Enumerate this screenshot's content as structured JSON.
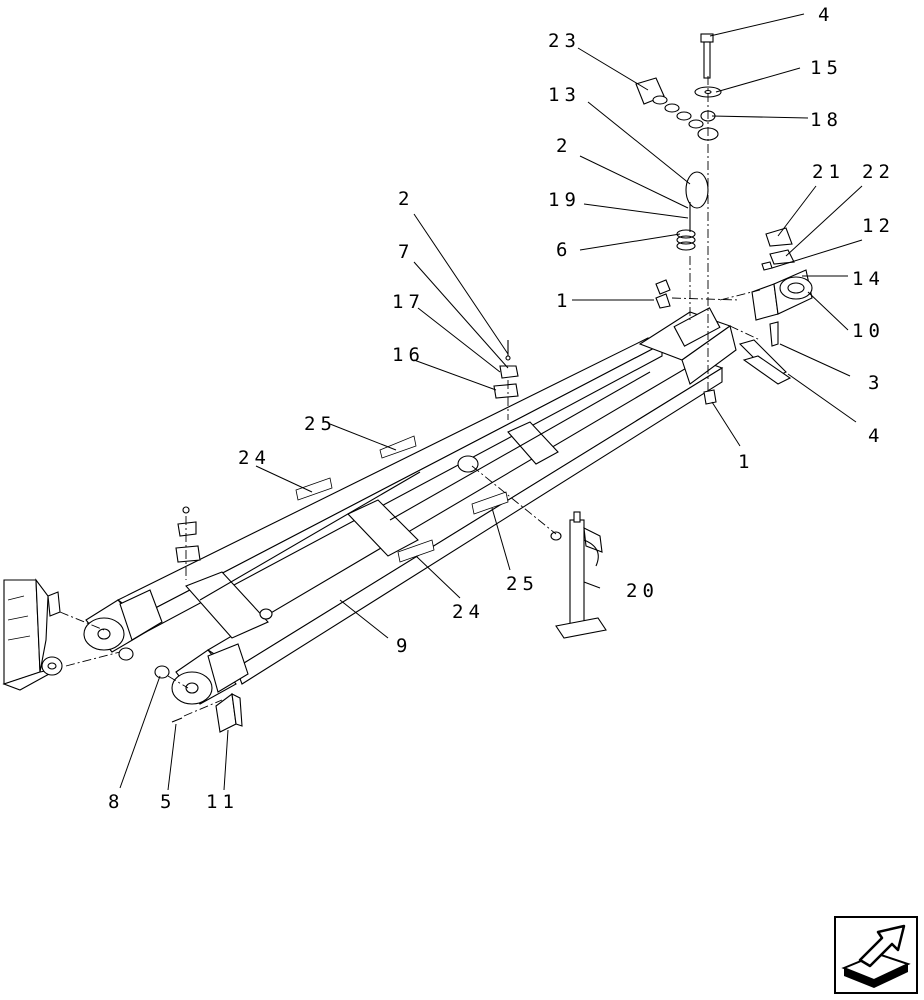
{
  "callouts": {
    "c4_top": "4",
    "c23": "23",
    "c15": "15",
    "c13": "13",
    "c18": "18",
    "c2_top": "2",
    "c19": "19",
    "c21": "21",
    "c22": "22",
    "c6": "6",
    "c12": "12",
    "c14": "14",
    "c1_mid": "1",
    "c10": "10",
    "c2_left": "2",
    "c7": "7",
    "c17": "17",
    "c16": "16",
    "c3": "3",
    "c4_right": "4",
    "c1_bottom": "1",
    "c25_top": "25",
    "c24_top": "24",
    "c20": "20",
    "c25_bottom": "25",
    "c24_bottom": "24",
    "c9": "9",
    "c8": "8",
    "c5": "5",
    "c11": "11"
  },
  "nav": {
    "icon": "next-page-arrow-icon"
  }
}
